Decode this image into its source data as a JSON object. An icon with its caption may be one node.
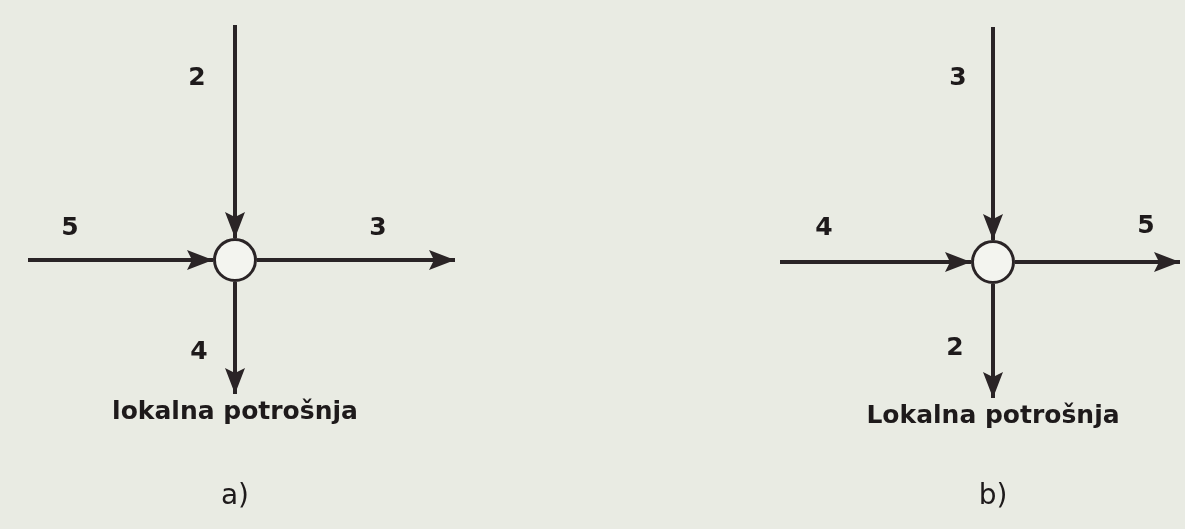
{
  "diagram": {
    "nodes": [
      {
        "text": [],
        "shape": "circle"
      },
      {
        "text": [
          "lokalna potrošnja"
        ]
      },
      {
        "text": [],
        "shape": "circle"
      },
      {
        "text": [
          "Lokalna potrošnja"
        ]
      }
    ],
    "edges": [
      {
        "from": null,
        "to": 0,
        "arrow": "to",
        "label": "2"
      },
      {
        "from": null,
        "to": 0,
        "arrow": "to",
        "label": "5"
      },
      {
        "from": 0,
        "to": null,
        "arrow": "to",
        "label": "3"
      },
      {
        "from": 0,
        "to": 1,
        "arrow": "to",
        "label": "4"
      },
      {
        "from": null,
        "to": 2,
        "arrow": "to",
        "label": "3"
      },
      {
        "from": null,
        "to": 2,
        "arrow": "to",
        "label": "4"
      },
      {
        "from": 2,
        "to": null,
        "arrow": "to",
        "label": "5"
      },
      {
        "from": 2,
        "to": 3,
        "arrow": "to",
        "label": "2"
      }
    ],
    "labels": [
      "a)",
      "b)"
    ]
  }
}
